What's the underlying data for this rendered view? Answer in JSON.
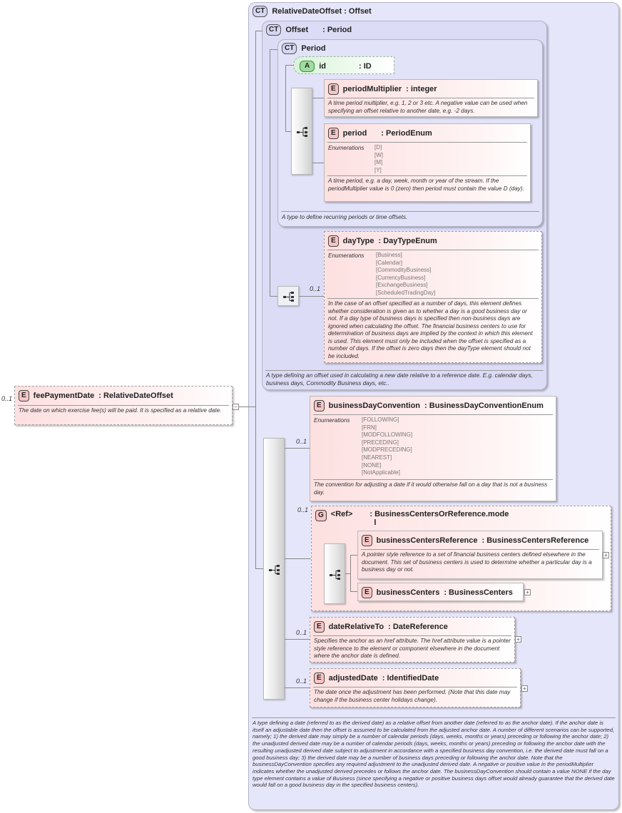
{
  "fee_payment": {
    "occurs": "0..1",
    "badge": "E",
    "name": "feePaymentDate",
    "type": ": RelativeDateOffset",
    "doc": "The date on which exercise fee(s) will be paid. It is specified as a relative date."
  },
  "relative_date_offset": {
    "badge": "CT",
    "title": "RelativeDateOffset : Offset",
    "doc": "A type defining a date (referred to as the derived date) as a relative offset from another date (referred to as the anchor date). If the anchor date is itself an adjustable date then the offset is assumed to be calculated from the adjusted anchor date. A number of different scenarios can be supported, namely; 1) the derived date may simply be a number of calendar periods (days, weeks, months or years) preceding or following the anchor date; 2) the unadjusted derived date may be a number of calendar periods (days, weeks, months or years) preceding or following the anchor date with the resulting unadjusted derived date subject to adjustment in accordance with a specified business day convention, i.e. the derived date must fall on a good business day; 3) the derived date may be a number of business days preceding or following the anchor date. Note that the businessDayConvention specifies any required adjustment to the unadjusted derived date. A negative or positive value in the periodMultiplier indicates whether the unadjusted derived precedes or follows the anchor date. The businessDayConvention should contain a value NONE if the day type element contains a value of Business (since specifying a negative or positive business days offset would already guarantee that the derived date would fall on a good business day in the specified business centers)."
  },
  "offset": {
    "badge": "CT",
    "name": "Offset",
    "type": ": Period",
    "doc": "A type defining an offset used in calculating a new date relative to a reference date. E.g. calendar days, business days, Commodity Business days, etc.."
  },
  "period_type": {
    "badge": "CT",
    "name": "Period",
    "doc": "A type to define recurring periods or time offsets."
  },
  "id_attr": {
    "badge": "A",
    "name": "id",
    "type": ": ID"
  },
  "period_multiplier": {
    "badge": "E",
    "name": "periodMultiplier",
    "type": ": integer",
    "doc": "A time period multiplier, e.g. 1, 2 or 3 etc. A negative value can be used when specifying an offset relative to another date, e.g. -2 days."
  },
  "period": {
    "badge": "E",
    "name": "period",
    "type": ": PeriodEnum",
    "enum_label": "Enumerations",
    "enums": [
      "[D]",
      "[W]",
      "[M]",
      "[Y]"
    ],
    "doc": "A time period, e.g. a day, week, month or year of the stream. If the periodMultiplier value is 0 (zero) then period must contain the value D (day)."
  },
  "day_type": {
    "occurs": "0..1",
    "badge": "E",
    "name": "dayType",
    "type": ": DayTypeEnum",
    "enum_label": "Enumerations",
    "enums": [
      "[Business]",
      "[Calendar]",
      "[CommodityBusiness]",
      "[CurrencyBusiness]",
      "[ExchangeBusiness]",
      "[ScheduledTradingDay]"
    ],
    "doc": "In the case of an offset specified as a number of days, this element defines whether consideration is given as to whether a day is a good business day or not. If a day type of business days is specified then non-business days are ignored when calculating the offset. The financial business centers to use for determination of business days are implied by the context in which this element is used. This element must only be included when the offset is specified as a number of days. If the offset is zero days then the dayType element should not be included."
  },
  "bdc": {
    "occurs": "0..1",
    "badge": "E",
    "name": "businessDayConvention",
    "type": ": BusinessDayConventionEnum",
    "enum_label": "Enumerations",
    "enums": [
      "[FOLLOWING]",
      "[FRN]",
      "[MODFOLLOWING]",
      "[PRECEDING]",
      "[MODPRECEDING]",
      "[NEAREST]",
      "[NONE]",
      "[NotApplicable]"
    ],
    "doc": "The convention for adjusting a date if it would otherwise fall on a day that is not a business day."
  },
  "group_ref": {
    "occurs": "0..1",
    "badge": "G",
    "name": "<Ref>",
    "type_line1": ": BusinessCentersOrReference.mode",
    "type_line2": "l"
  },
  "bc_reference": {
    "badge": "E",
    "name": "businessCentersReference",
    "type": ": BusinessCentersReference",
    "doc": "A pointer style reference to a set of financial business centers defined elsewhere in the document. This set of business centers is used to determine whether a particular day is a business day or not."
  },
  "business_centers": {
    "badge": "E",
    "name": "businessCenters",
    "type": ": BusinessCenters"
  },
  "date_relative_to": {
    "occurs": "0..1",
    "badge": "E",
    "name": "dateRelativeTo",
    "type": ": DateReference",
    "doc": "Specifies the anchor as an href attribute. The href attribute value is a pointer style reference to the element or component elsewhere in the document where the anchor date is defined."
  },
  "adjusted_date": {
    "occurs": "0..1",
    "badge": "E",
    "name": "adjustedDate",
    "type": ": IdentifiedDate",
    "doc": "The date once the adjustment has been performed. (Note that this date may change if the business center holidays change)."
  },
  "symbols": {
    "expand": "+",
    "collapse": "−"
  },
  "icons": {
    "sequence": "sequence-icon",
    "complex-type": "complex-type-icon"
  }
}
